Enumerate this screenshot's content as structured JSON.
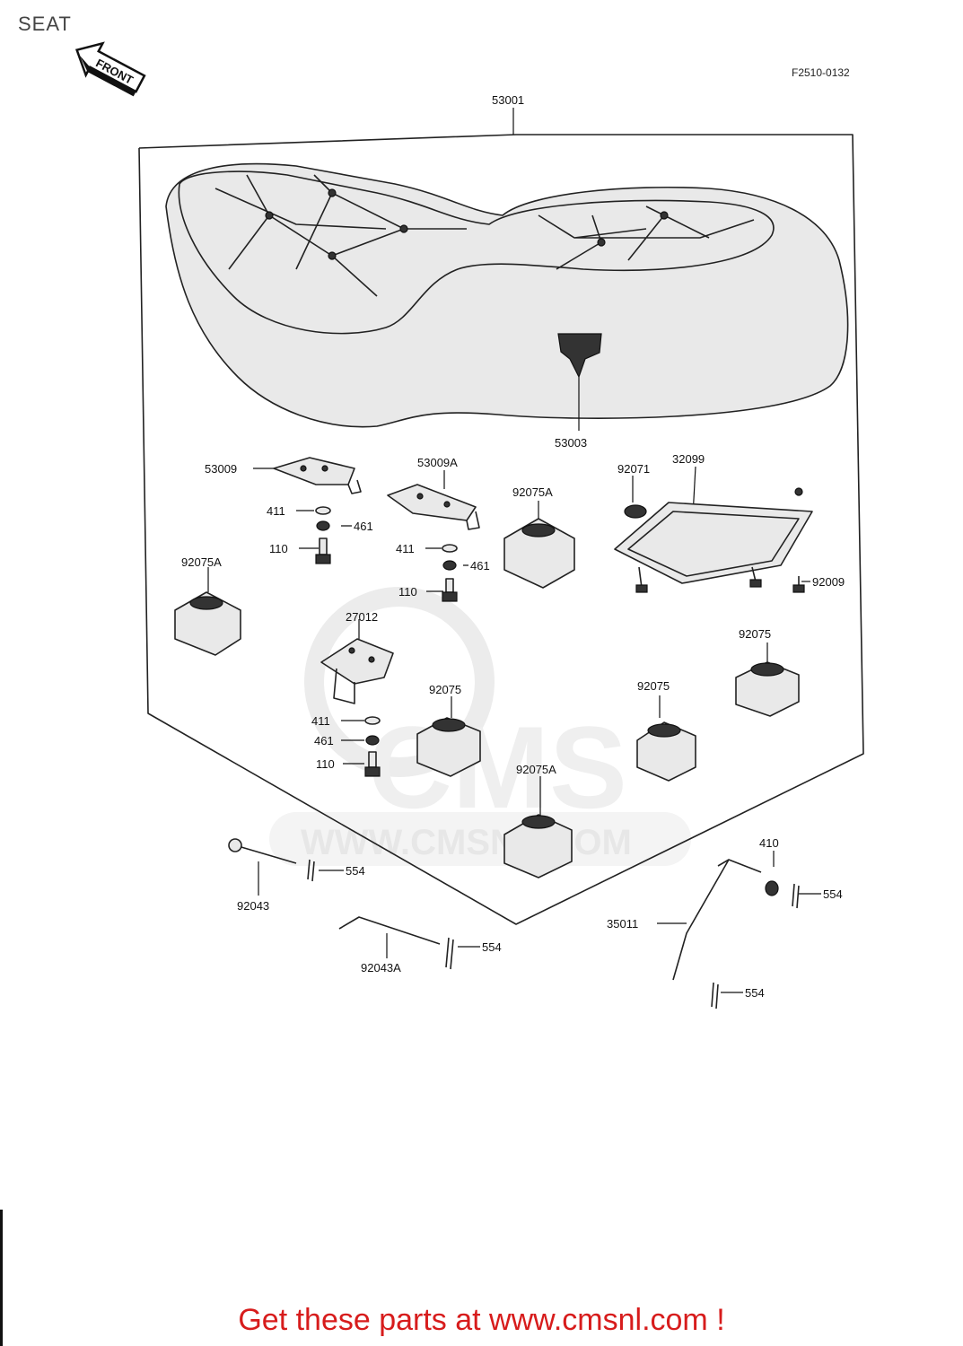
{
  "page": {
    "title": "SEAT",
    "figure_code": "F2510-0132"
  },
  "front_arrow": {
    "label": "FRONT"
  },
  "watermark": {
    "logo_text": "CMS",
    "url_text": "WWW.CMSNL.COM"
  },
  "parts": {
    "p53001": "53001",
    "p53003": "53003",
    "p53009": "53009",
    "p53009A": "53009A",
    "p92075A_a": "92075A",
    "p92071": "92071",
    "p32099": "32099",
    "p411_a": "411",
    "p461_a": "461",
    "p110_a": "110",
    "p411_b": "411",
    "p461_b": "461",
    "p110_b": "110",
    "p92075A_b": "92075A",
    "p92009": "92009",
    "p27012": "27012",
    "p92075_a": "92075",
    "p411_c": "411",
    "p461_c": "461",
    "p110_c": "110",
    "p92075_b": "92075",
    "p92075_c": "92075",
    "p92075A_c": "92075A",
    "p410": "410",
    "p554_a": "554",
    "p92043": "92043",
    "p554_b": "554",
    "p35011": "35011",
    "p92043A": "92043A",
    "p554_c": "554",
    "p554_d": "554"
  },
  "footer": {
    "text": "Get these parts at www.cmsnl.com !"
  },
  "colors": {
    "footer": "#d71c1c",
    "ink": "#222222",
    "watermark": "#e7e7e7"
  }
}
